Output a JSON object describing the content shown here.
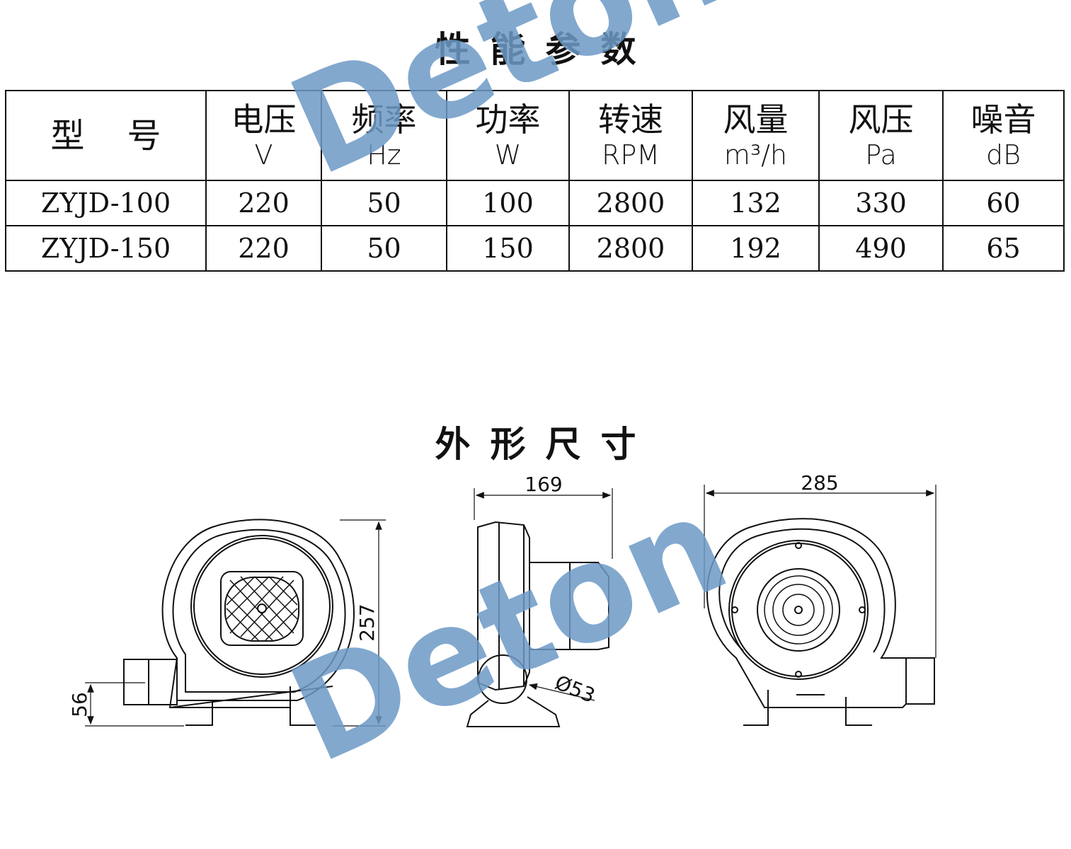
{
  "titles": {
    "performance": "性能参数",
    "dimensions": "外形尺寸"
  },
  "table": {
    "header": {
      "model": "型号",
      "voltage": {
        "name": "电压",
        "unit": "V"
      },
      "frequency": {
        "name": "频率",
        "unit": "Hz"
      },
      "power": {
        "name": "功率",
        "unit": "W"
      },
      "speed": {
        "name": "转速",
        "unit": "RPM"
      },
      "airflow": {
        "name": "风量",
        "unit": "m³/h"
      },
      "pressure": {
        "name": "风压",
        "unit": "Pa"
      },
      "noise": {
        "name": "噪音",
        "unit": "dB"
      }
    },
    "rows": [
      {
        "model": "ZYJD-100",
        "voltage": "220",
        "frequency": "50",
        "power": "100",
        "speed": "2800",
        "airflow": "132",
        "pressure": "330",
        "noise": "60"
      },
      {
        "model": "ZYJD-150",
        "voltage": "220",
        "frequency": "50",
        "power": "150",
        "speed": "2800",
        "airflow": "192",
        "pressure": "490",
        "noise": "65"
      }
    ]
  },
  "dimensions": {
    "depth": "169",
    "width": "285",
    "height": "257",
    "outlet_height": "56",
    "outlet_diameter": "Ø53"
  },
  "watermark": {
    "text": "Deton",
    "color": "#6d9ac6"
  }
}
